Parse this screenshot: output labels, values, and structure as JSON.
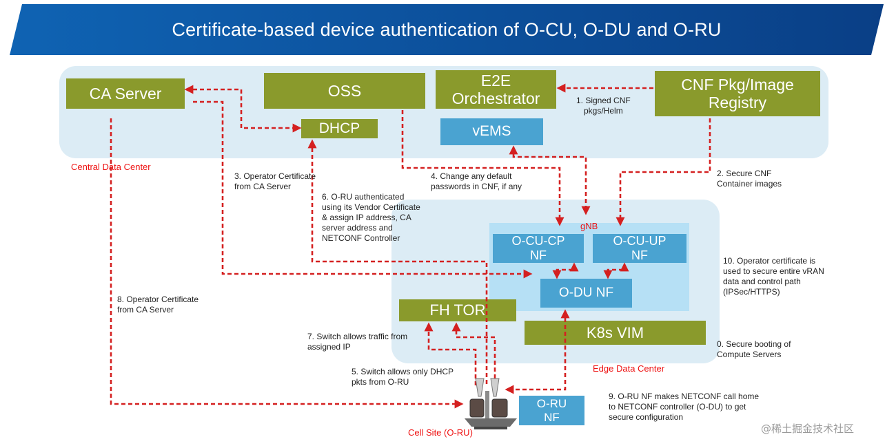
{
  "title": "Certificate-based device authentication of O-CU, O-DU and O-RU",
  "zones": {
    "central": "Central Data Center",
    "edge": "Edge Data Center",
    "gnb": "gNB",
    "cell_site": "Cell Site (O-RU)"
  },
  "boxes": {
    "ca_server": "CA Server",
    "oss": "OSS",
    "e2e": "E2E\nOrchestrator",
    "cnf_registry": "CNF Pkg/Image\nRegistry",
    "dhcp": "DHCP",
    "vems": "vEMS",
    "ocu_cp": "O-CU-CP\nNF",
    "ocu_up": "O-CU-UP\nNF",
    "odu": "O-DU NF",
    "fh_tor": "FH TOR",
    "k8s_vim": "K8s VIM",
    "oru_nf": "O-RU\nNF"
  },
  "steps": {
    "s0": "0. Secure booting of\nCompute Servers",
    "s1": "1. Signed  CNF\npkgs/Helm",
    "s2": "2. Secure CNF\nContainer images",
    "s3": "3. Operator Certificate\nfrom CA Server",
    "s4": "4. Change any default\npasswords in CNF, if any",
    "s5": "5. Switch allows only DHCP\npkts from O-RU",
    "s6": "6. O-RU authenticated\nusing its Vendor Certificate\n& assign IP address, CA\nserver address and\nNETCONF Controller",
    "s7": "7. Switch allows traffic from\nassigned IP",
    "s8": "8. Operator Certificate\nfrom CA Server",
    "s9": "9. O-RU NF makes NETCONF call home\nto NETCONF controller (O-DU) to get\nsecure configuration",
    "s10": "10. Operator certificate is\nused to secure entire vRAN\ndata and control path\n(IPSec/HTTPS)"
  },
  "watermark": "@稀土掘金技术社区",
  "colors": {
    "banner": "#1a5fa8",
    "olive": "#8a9a2c",
    "nf_blue": "#4aa3d1",
    "zone_light": "#dcecf5",
    "gnb_zone": "#b6e0f5",
    "arrow_red": "#d42020"
  }
}
